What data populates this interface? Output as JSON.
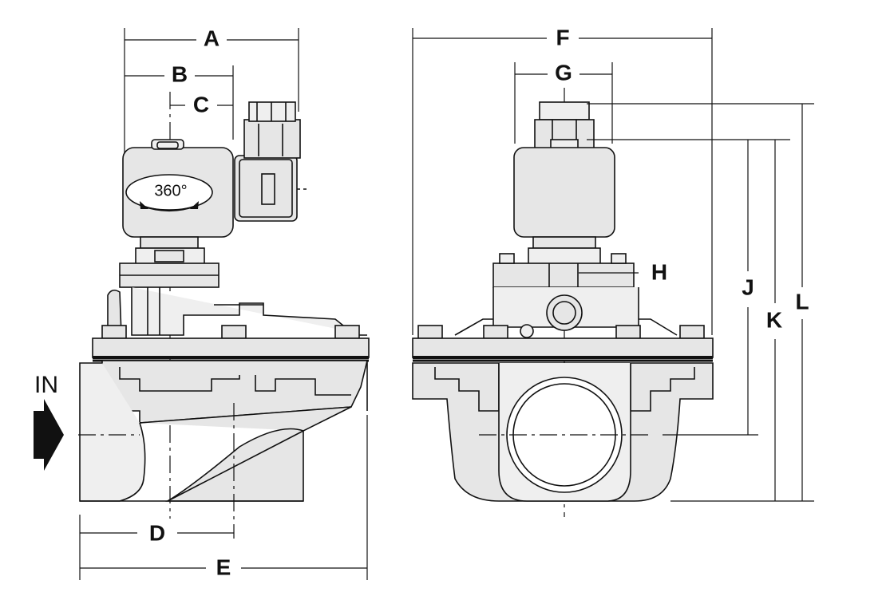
{
  "colors": {
    "line": "#111111",
    "body_fill": "#e6e6e6",
    "body_fill_light": "#efefef",
    "background": "#ffffff"
  },
  "labels": {
    "A": "A",
    "B": "B",
    "C": "C",
    "D": "D",
    "E": "E",
    "F": "F",
    "G": "G",
    "H": "H",
    "J": "J",
    "K": "K",
    "L": "L",
    "inlet": "IN",
    "rotation": "360°"
  },
  "icons": {
    "inlet_arrow": "flow-arrow-icon",
    "rotation_arrow": "rotation-arrow-icon"
  }
}
